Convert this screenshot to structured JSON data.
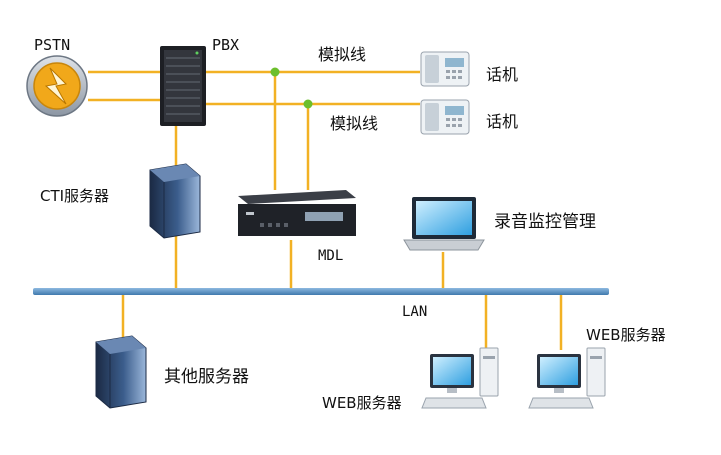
{
  "labels": {
    "pstn": "PSTN",
    "pbx": "PBX",
    "analog_line_1": "模拟线",
    "analog_line_2": "模拟线",
    "phone_1": "话机",
    "phone_2": "话机",
    "cti_server": "CTI服务器",
    "mdl": "MDL",
    "recording_monitor": "录音监控管理",
    "lan": "LAN",
    "other_servers": "其他服务器",
    "web_server_1": "WEB服务器",
    "web_server_2": "WEB服务器"
  },
  "colors": {
    "line": "#f2b124",
    "lan_bus": "#4f8fc4",
    "junction": "#6cbf2c"
  }
}
